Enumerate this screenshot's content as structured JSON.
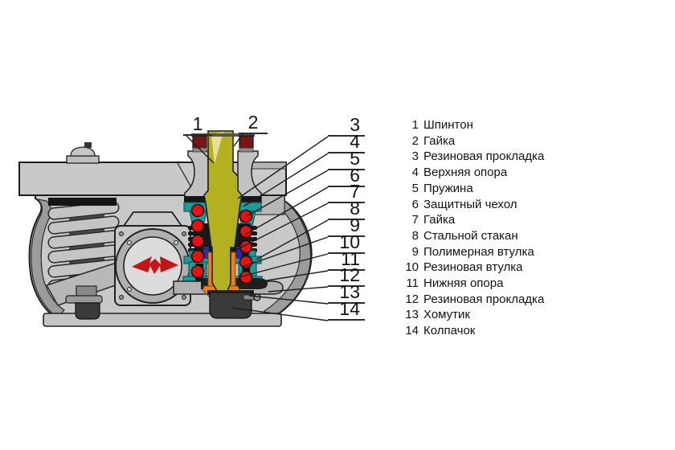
{
  "legend": {
    "items": [
      {
        "num": "1",
        "label": "Шпинтон"
      },
      {
        "num": "2",
        "label": "Гайка"
      },
      {
        "num": "3",
        "label": "Резиновая прокладка"
      },
      {
        "num": "4",
        "label": "Верхняя опора"
      },
      {
        "num": "5",
        "label": "Пружина"
      },
      {
        "num": "6",
        "label": "Защитный чехол"
      },
      {
        "num": "7",
        "label": "Гайка"
      },
      {
        "num": "8",
        "label": "Стальной стакан"
      },
      {
        "num": "9",
        "label": "Полимерная втулка"
      },
      {
        "num": "10",
        "label": "Резиновая втулка"
      },
      {
        "num": "11",
        "label": "Нижняя опора"
      },
      {
        "num": "12",
        "label": "Резиновая прокладка"
      },
      {
        "num": "13",
        "label": "Хомутик"
      },
      {
        "num": "14",
        "label": "Колпачок"
      }
    ]
  },
  "colors": {
    "shpinton_olive": "#b3b120",
    "teal_parts": "#1d9b9b",
    "spring_section_red": "#e81010",
    "rubber_orange": "#e8821e",
    "nut_maroon": "#7a1515",
    "logo_red": "#c41616",
    "housing_gray": "#c9c9c9",
    "bellows_black": "#181818",
    "polymer_navy": "#2a2e9a"
  }
}
